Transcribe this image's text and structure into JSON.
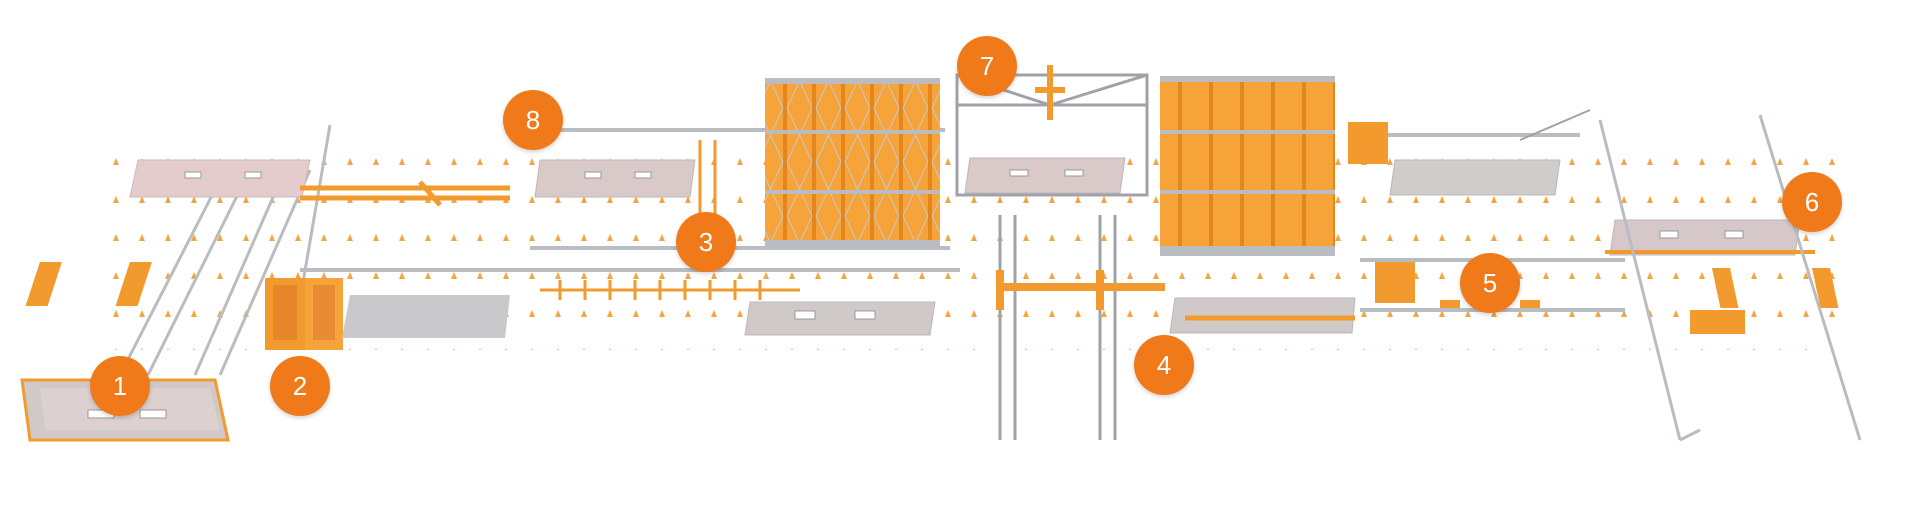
{
  "diagram": {
    "type": "production-line-illustration",
    "colors": {
      "accent": "#f07a1a",
      "machine_orange": "#f39a2e",
      "frame_grey": "#b9bcc0",
      "pallet_pink": "#d8c6c6",
      "background": "#ffffff"
    },
    "stations": [
      {
        "id": "1",
        "label": "1"
      },
      {
        "id": "2",
        "label": "2"
      },
      {
        "id": "3",
        "label": "3"
      },
      {
        "id": "4",
        "label": "4"
      },
      {
        "id": "5",
        "label": "5"
      },
      {
        "id": "6",
        "label": "6"
      },
      {
        "id": "7",
        "label": "7"
      },
      {
        "id": "8",
        "label": "8"
      }
    ]
  }
}
